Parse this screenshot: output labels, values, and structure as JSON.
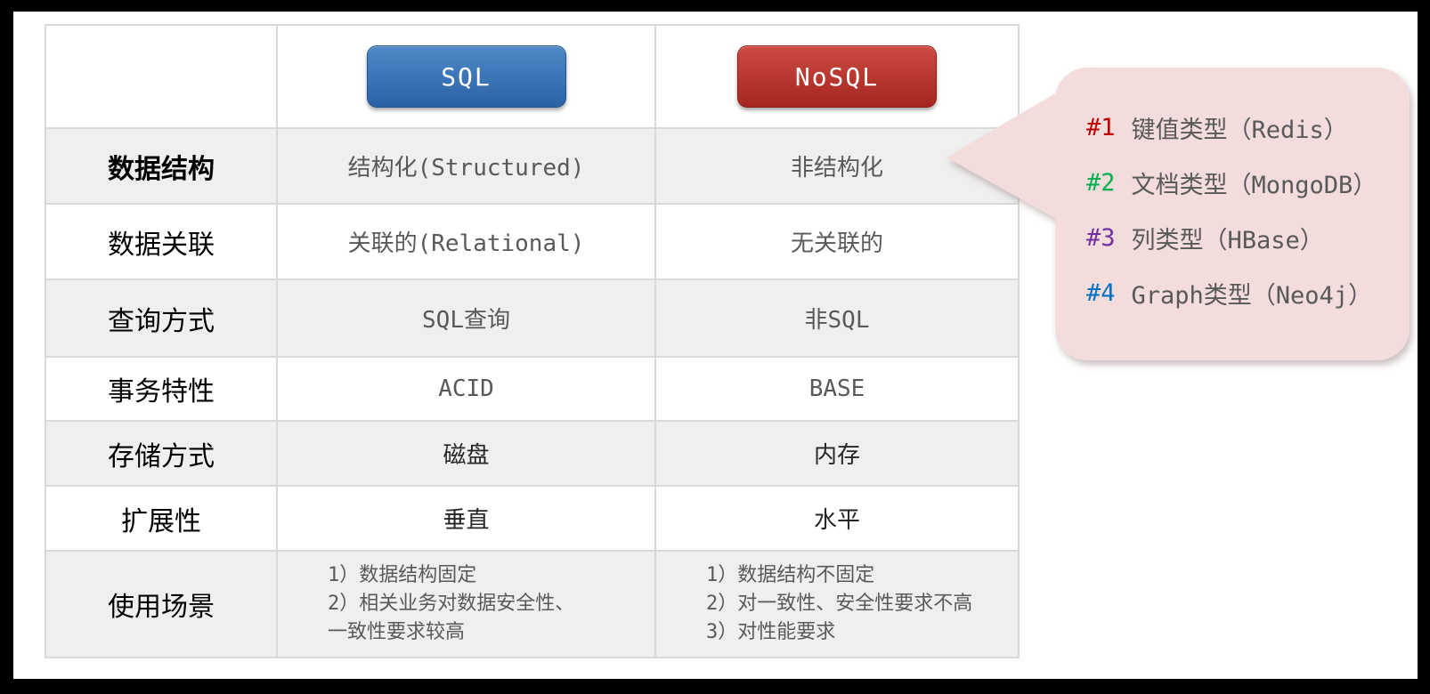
{
  "table": {
    "header": {
      "sql_label": "SQL",
      "nosql_label": "NoSQL"
    },
    "rows": [
      {
        "label": "数据结构",
        "sql": "结构化(Structured)",
        "nosql": "非结构化"
      },
      {
        "label": "数据关联",
        "sql": "关联的(Relational)",
        "nosql": "无关联的"
      },
      {
        "label": "查询方式",
        "sql": "SQL查询",
        "nosql": "非SQL"
      },
      {
        "label": "事务特性",
        "sql": "ACID",
        "nosql": "BASE"
      },
      {
        "label": "存储方式",
        "sql": "磁盘",
        "nosql": "内存"
      },
      {
        "label": "扩展性",
        "sql": "垂直",
        "nosql": "水平"
      },
      {
        "label": "使用场景",
        "sql": "1）数据结构固定\n2）相关业务对数据安全性、\n一致性要求较高",
        "nosql": "1）数据结构不固定\n2）对一致性、安全性要求不高\n3）对性能要求"
      }
    ]
  },
  "callout": {
    "items": [
      {
        "tag": "#1",
        "tag_color": "#c00000",
        "text": "键值类型（Redis）"
      },
      {
        "tag": "#2",
        "tag_color": "#00b050",
        "text": "文档类型（MongoDB）"
      },
      {
        "tag": "#3",
        "tag_color": "#7030a0",
        "text": "列类型（HBase）"
      },
      {
        "tag": "#4",
        "tag_color": "#0070c0",
        "text": "Graph类型（Neo4j）"
      }
    ],
    "background": "#f2dcdc"
  },
  "colors": {
    "sql_button_blue": "#3873b4",
    "nosql_button_red": "#b8362e",
    "row_stripe_gray": "#efefef",
    "table_border": "#d9d9d9",
    "content_text": "#595959",
    "bubble_pink": "#f2dcdc"
  }
}
